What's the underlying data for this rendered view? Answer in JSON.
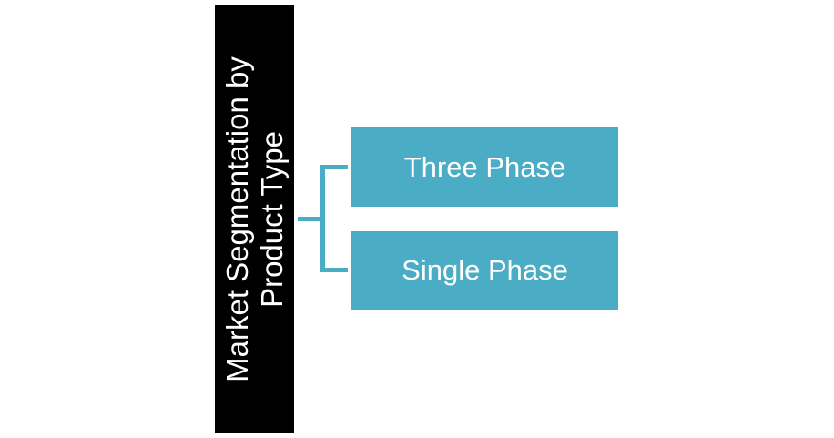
{
  "root": {
    "label": "Market Segmentation by Product Type"
  },
  "children": [
    {
      "label": "Three Phase"
    },
    {
      "label": "Single Phase"
    }
  ],
  "colors": {
    "root": "#000000",
    "child": "#4aacc5",
    "connector": "#4aacc5"
  }
}
